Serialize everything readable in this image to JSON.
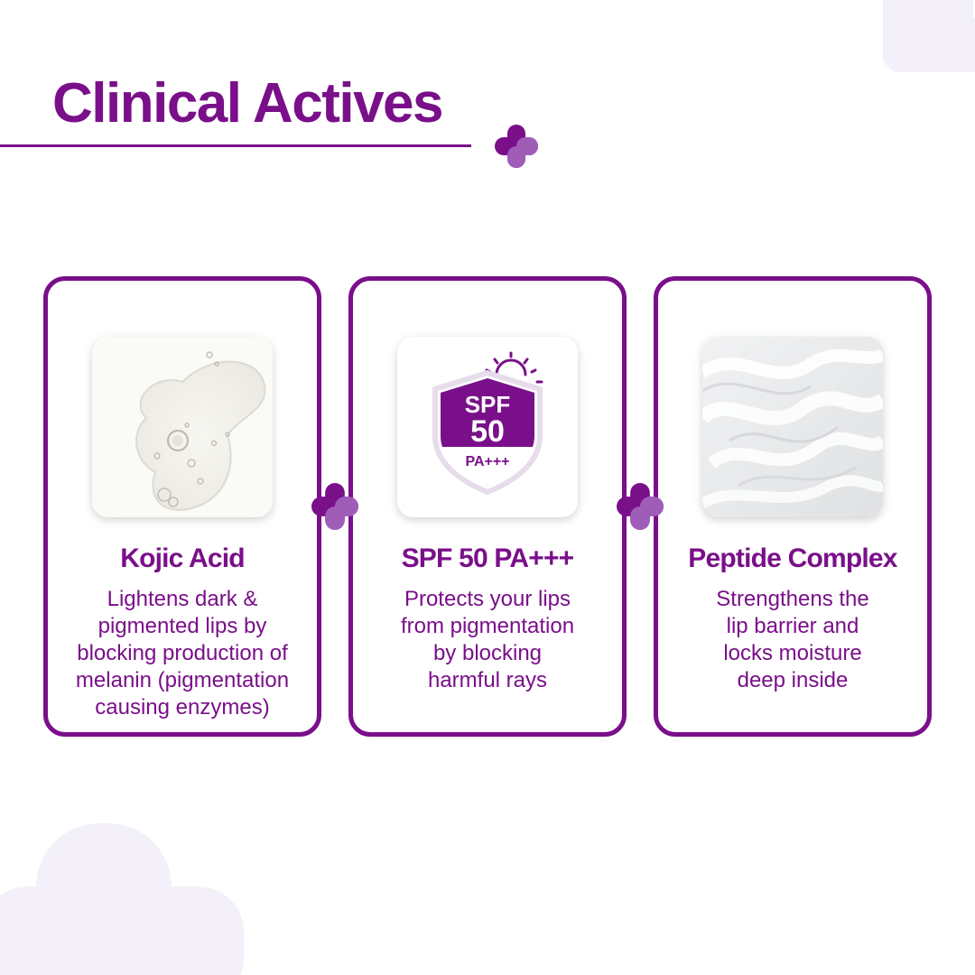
{
  "heading": {
    "title": "Clinical Actives"
  },
  "colors": {
    "brand_purple": "#7a0f8a",
    "light_purple": "#a05db8",
    "bg_tint": "#f4f0f9"
  },
  "cards": [
    {
      "title": "Kojic Acid",
      "image": "clear-serum-swatch-with-bubbles",
      "description_lines": [
        "Lightens dark &",
        "pigmented lips by",
        "blocking production of",
        "melanin (pigmentation",
        "causing enzymes)"
      ]
    },
    {
      "title": "SPF 50 PA+++",
      "image": "spf-shield-badge",
      "badge": {
        "line1": "SPF",
        "line2": "50",
        "line3": "PA+++"
      },
      "description_lines": [
        "Protects your lips",
        "from pigmentation",
        "by blocking",
        "harmful rays"
      ]
    },
    {
      "title": "Peptide Complex",
      "image": "white-cream-texture",
      "description_lines": [
        "Strengthens the",
        "lip barrier and",
        "locks moisture",
        "deep inside"
      ]
    }
  ]
}
